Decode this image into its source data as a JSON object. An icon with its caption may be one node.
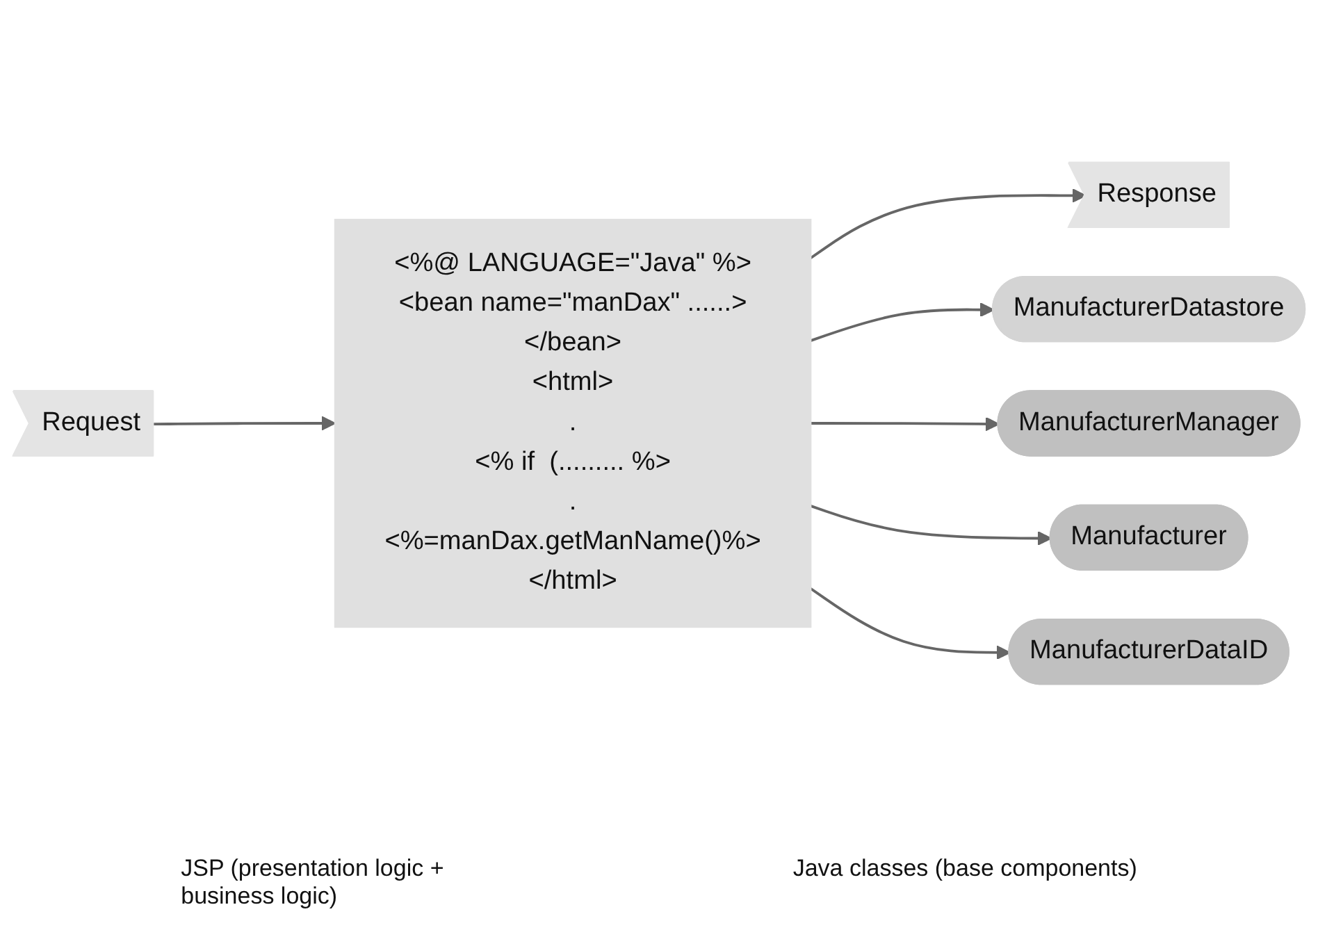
{
  "diagram": {
    "nodes": [
      {
        "text": [
          "Request"
        ]
      },
      {
        "text": [
          "<%@ LANGUAGE=\"Java\" %>",
          "<bean name=\"manDax\" ......>",
          "</bean>",
          "<html>",
          ".",
          "<% if  (......... %>",
          ".",
          "<%=manDax.getManName()%>",
          "</html>"
        ]
      },
      {
        "text": [
          "Response"
        ]
      },
      {
        "text": [
          "ManufacturerDatastore"
        ]
      },
      {
        "text": [
          "ManufacturerManager"
        ]
      },
      {
        "text": [
          "Manufacturer"
        ]
      },
      {
        "text": [
          "ManufacturerDataID"
        ]
      }
    ],
    "edges": [
      {
        "from": 0,
        "to": 1,
        "arrow": "to"
      },
      {
        "from": 1,
        "to": 2,
        "arrow": "to"
      },
      {
        "from": 1,
        "to": 3,
        "arrow": "to"
      },
      {
        "from": 1,
        "to": 4,
        "arrow": "to"
      },
      {
        "from": 1,
        "to": 5,
        "arrow": "to"
      },
      {
        "from": 1,
        "to": 6,
        "arrow": "to"
      }
    ],
    "labels": [
      "JSP (presentation logic + business logic)",
      "Java classes (base components)"
    ]
  }
}
